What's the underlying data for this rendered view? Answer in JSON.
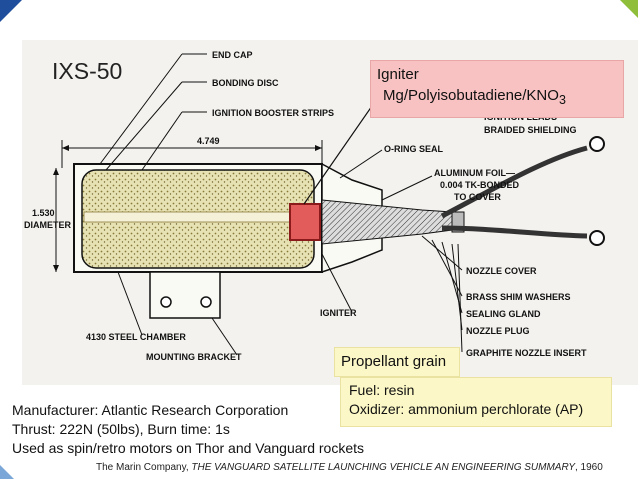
{
  "title": "IXS-50",
  "igniter_callout": {
    "line1": "Igniter",
    "line2_prefix": "Mg/Polyisobutadiene/KNO",
    "line2_subscript": "3"
  },
  "propellant_callout": "Propellant grain",
  "propellant_details": {
    "fuel": "Fuel: resin",
    "oxidizer": "Oxidizer: ammonium perchlorate (AP)"
  },
  "info_lines": [
    "Manufacturer: Atlantic Research Corporation",
    "Thrust: 222N (50lbs), Burn time: 1s",
    "Used as spin/retro motors on Thor and Vanguard rockets"
  ],
  "source": {
    "prefix": "The Marin Company, ",
    "title": "THE VANGUARD SATELLITE LAUNCHING VEHICLE AN ENGINEERING SUMMARY",
    "suffix": ", 1960"
  },
  "drawing_labels": {
    "end_cap": "END CAP",
    "bonding_disc": "BONDING DISC",
    "ignition_booster_strips": "IGNITION BOOSTER STRIPS",
    "length": "4.749",
    "diameter_value": "1.530",
    "diameter_word": "DIAMETER",
    "o_ring_seal": "O-RING SEAL",
    "ignition_leads": "IGNITION LEADS",
    "braided_shielding": "BRAIDED SHIELDING",
    "aluminum_foil_1": "ALUMINUM FOIL—",
    "aluminum_foil_2": "0.004  TK-BONDED",
    "aluminum_foil_3": "TO  COVER",
    "nozzle_cover": "NOZZLE COVER",
    "brass_shim_washers": "BRASS SHIM WASHERS",
    "sealing_gland": "SEALING GLAND",
    "nozzle_plug": "NOZZLE PLUG",
    "graphite_nozzle_insert": "GRAPHITE NOZZLE INSERT",
    "igniter": "IGNITER",
    "steel_chamber": "4130 STEEL CHAMBER",
    "mounting_bracket": "MOUNTING BRACKET"
  }
}
